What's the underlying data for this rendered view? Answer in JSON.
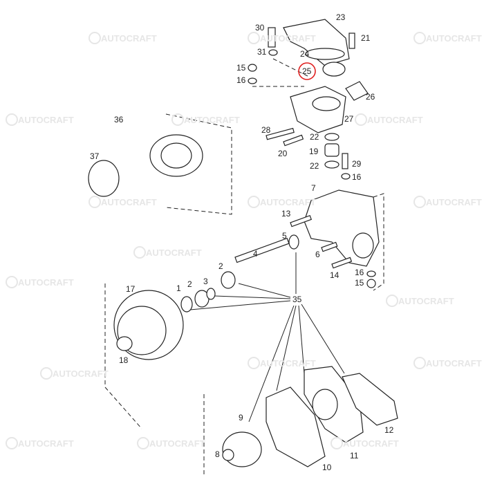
{
  "watermark": "AUTOCRAFT",
  "highlight_color": "#e02020",
  "highlighted_part": "25",
  "callouts": [
    "23",
    "30",
    "21",
    "31",
    "24",
    "15",
    "25",
    "16",
    "26",
    "36",
    "27",
    "28",
    "22",
    "20",
    "19",
    "37",
    "22",
    "29",
    "16",
    "7",
    "13",
    "5",
    "4",
    "6",
    "2",
    "14",
    "16",
    "15",
    "2",
    "3",
    "1",
    "17",
    "35",
    "18",
    "9",
    "8",
    "10",
    "11",
    "12"
  ]
}
